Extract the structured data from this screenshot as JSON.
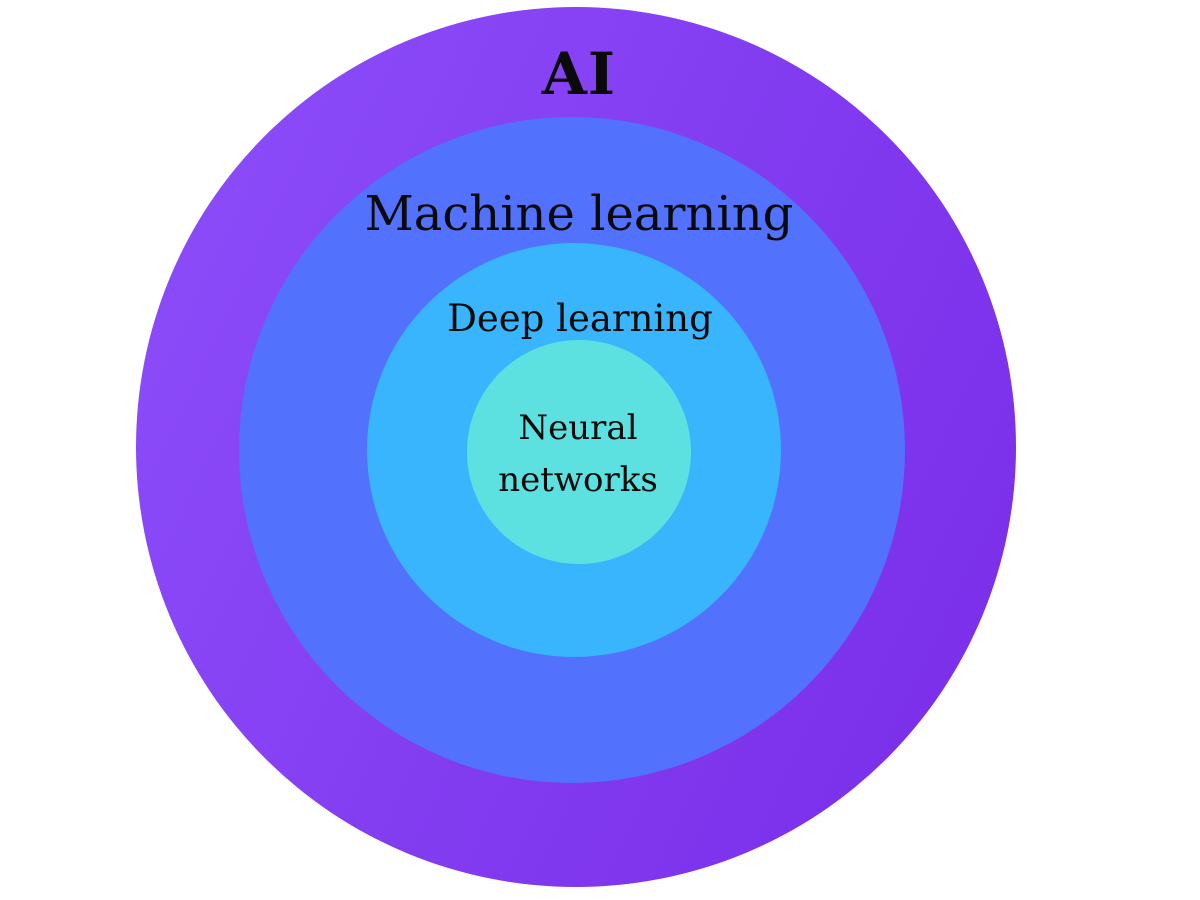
{
  "diagram": {
    "type": "nested-circles-euler-diagram",
    "labels": {
      "ai": "AI",
      "machine_learning": "Machine learning",
      "deep_learning": "Deep learning",
      "neural_networks_line1": "Neural",
      "neural_networks_line2": "networks"
    },
    "hierarchy": [
      "AI",
      "Machine learning",
      "Deep learning",
      "Neural networks"
    ],
    "colors": {
      "ai_gradient_start": "#8C4DFA",
      "ai_gradient_end": "#7A2DE8",
      "machine_learning": "#5271FC",
      "deep_learning": "#38B5FC",
      "neural_networks": "#5CE1E0",
      "text": "#0A0A0A",
      "background": "#FFFFFF"
    }
  }
}
